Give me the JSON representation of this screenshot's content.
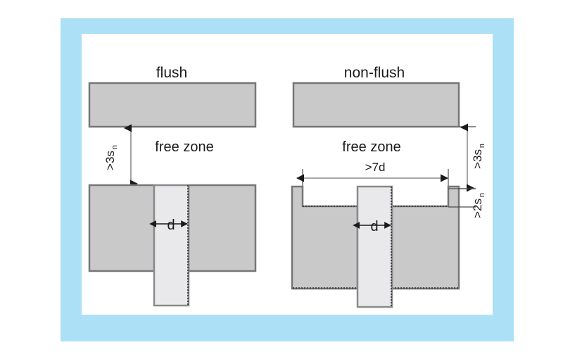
{
  "figure": {
    "frame_color": "#ace0f7",
    "inner_background": "#ffffff",
    "block_fill": "#c9c9c9",
    "block_stroke": "#767676",
    "shaft_fill": "#e9e9ec",
    "shaft_stroke": "#8a8a8a",
    "dim_line_color": "#8c8c8c",
    "arrow_color": "#1a1a1a",
    "dotted_color": "#2b2b2b"
  },
  "panels": [
    {
      "id": "flush",
      "title": "flush",
      "free_zone_label": "free zone",
      "vertical_gap_label": ">3s",
      "vertical_gap_sub": "n",
      "shaft_label": "d",
      "has_recess": false
    },
    {
      "id": "non-flush",
      "title": "non-flush",
      "free_zone_label": "free zone",
      "vertical_gap_label": ">3s",
      "vertical_gap_sub": "n",
      "recess_depth_label": ">2s",
      "recess_depth_sub": "n",
      "recess_width_label": ">7d",
      "shaft_label": "d",
      "has_recess": true
    }
  ]
}
